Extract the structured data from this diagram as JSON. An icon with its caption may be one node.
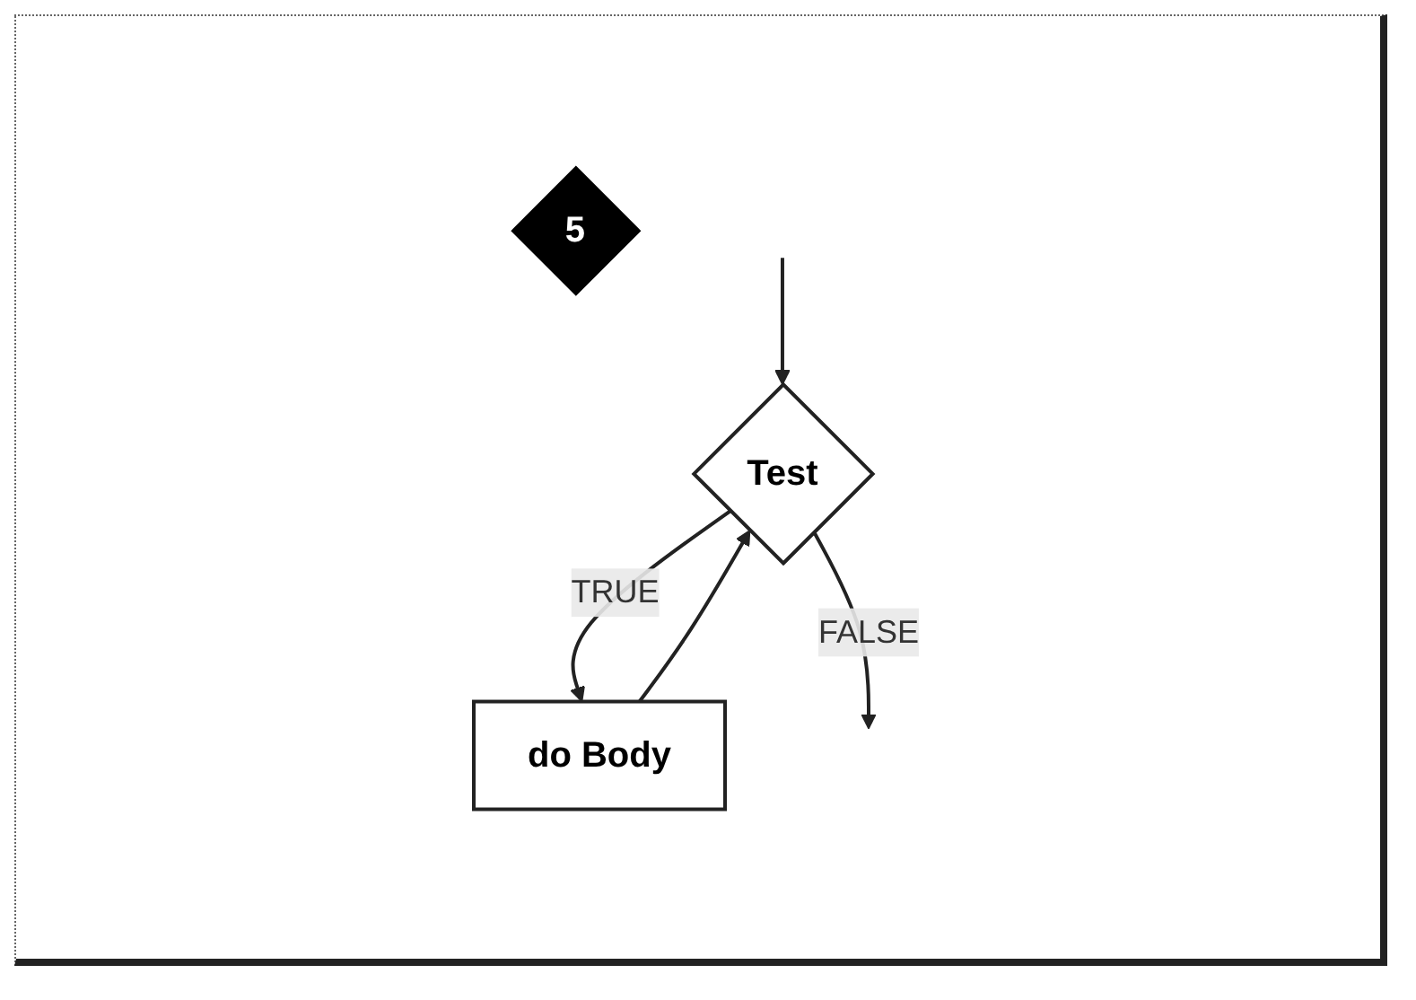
{
  "diagram": {
    "nodes": [
      {
        "text": [
          "Test"
        ]
      },
      {
        "text": [
          "do Body"
        ]
      },
      {
        "text": [
          "5"
        ]
      }
    ],
    "edges": [
      {
        "from": null,
        "to": 0,
        "arrow": "to"
      },
      {
        "from": 0,
        "to": 1,
        "label": "TRUE",
        "arrow": "to"
      },
      {
        "from": 1,
        "to": 0,
        "arrow": "to"
      },
      {
        "from": 0,
        "to": null,
        "label": "FALSE",
        "arrow": "to"
      }
    ]
  }
}
